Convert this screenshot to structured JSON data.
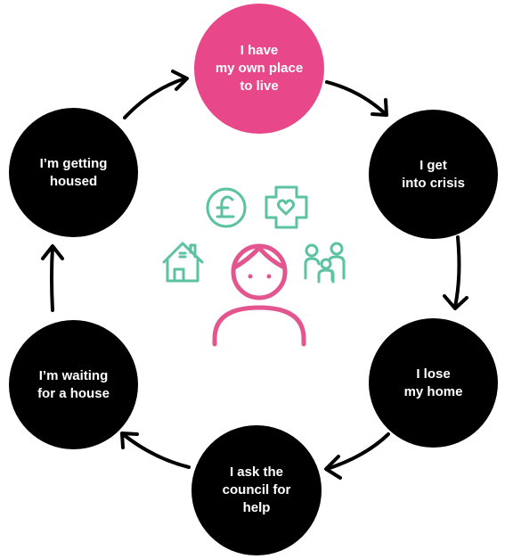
{
  "colors": {
    "node_fill": "#000000",
    "highlight_fill": "#e8488a",
    "person_icon": "#e2558f",
    "support_icons": "#5bc2a2",
    "arrow": "#000000",
    "text": "#ffffff"
  },
  "cycle": {
    "nodes": [
      {
        "label": "I have\nmy own place\nto live",
        "highlighted": true
      },
      {
        "label": "I get\ninto crisis",
        "highlighted": false
      },
      {
        "label": "I lose\nmy home",
        "highlighted": false
      },
      {
        "label": "I ask the\ncouncil for\nhelp",
        "highlighted": false
      },
      {
        "label": "I’m waiting\nfor a house",
        "highlighted": false
      },
      {
        "label": "I’m getting\nhoused",
        "highlighted": false
      }
    ]
  },
  "icons": [
    "pound-coin-icon",
    "health-cross-heart-icon",
    "house-icon",
    "family-icon",
    "person-icon"
  ]
}
